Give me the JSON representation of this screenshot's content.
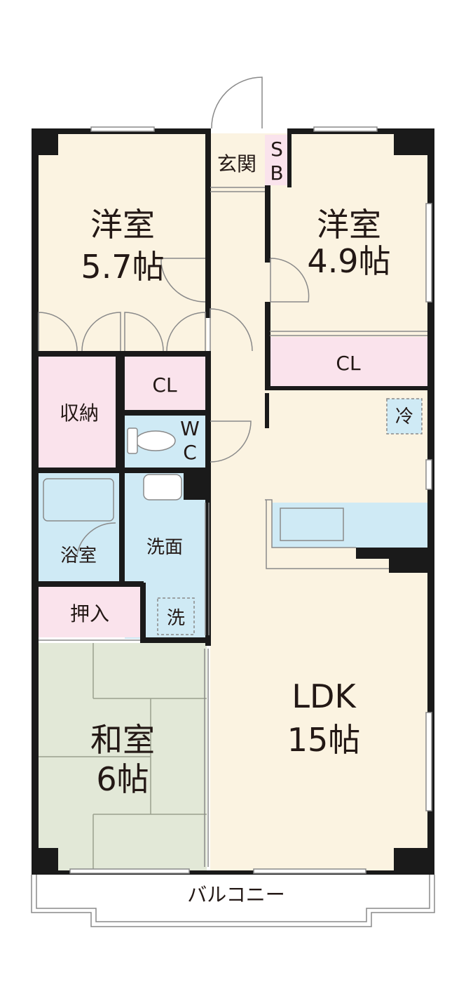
{
  "colors": {
    "wall": "#1a1a1a",
    "room_floor": "#fbf3e1",
    "closet": "#fae3ec",
    "water": "#cfeaf5",
    "tatami": "#e2e8d7",
    "line": "#8a8a8a"
  },
  "rooms": {
    "western1_name": "洋室",
    "western1_size": "5.7帖",
    "western2_name": "洋室",
    "western2_size": "4.9帖",
    "ldk_name": "LDK",
    "ldk_size": "15帖",
    "japanese_name": "和室",
    "japanese_size": "6帖"
  },
  "labels": {
    "entrance": "玄関",
    "shoe_box_1": "S",
    "shoe_box_2": "B",
    "closet1": "CL",
    "closet2": "CL",
    "storage": "収納",
    "wc_1": "W",
    "wc_2": "C",
    "bathroom": "浴室",
    "washroom": "洗面",
    "washer": "洗",
    "fridge": "冷",
    "oshiire": "押入",
    "balcony": "バルコニー"
  }
}
